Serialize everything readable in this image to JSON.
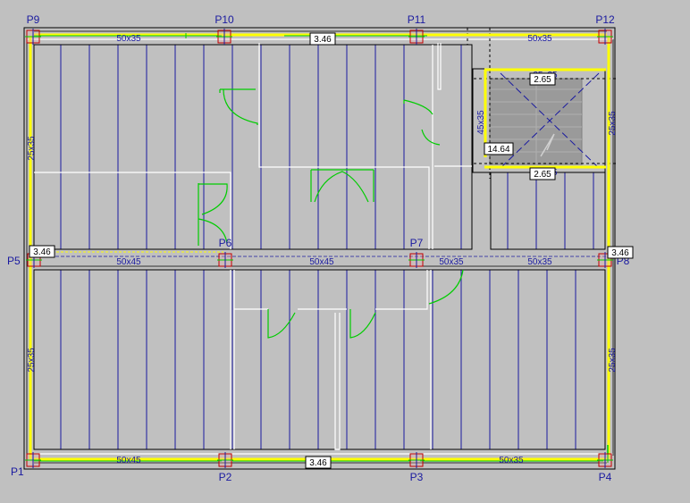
{
  "colors": {
    "background": "#c0c0c0",
    "slab_outline": "#000000",
    "joist_lines": "#1a1aa0",
    "beam_highlight": "#ffff00",
    "door_symbols": "#00cc00",
    "column_outline": "#c00000",
    "walls": "#ffffff",
    "labels": "#1a1aa0",
    "value_box_border": "#000000"
  },
  "columns": [
    {
      "id": "P1",
      "label": "P1"
    },
    {
      "id": "P2",
      "label": "P2"
    },
    {
      "id": "P3",
      "label": "P3"
    },
    {
      "id": "P4",
      "label": "P4"
    },
    {
      "id": "P5",
      "label": "P5"
    },
    {
      "id": "P6",
      "label": "P6"
    },
    {
      "id": "P7",
      "label": "P7"
    },
    {
      "id": "P8",
      "label": "P8"
    },
    {
      "id": "P9",
      "label": "P9"
    },
    {
      "id": "P10",
      "label": "P10"
    },
    {
      "id": "P11",
      "label": "P11"
    },
    {
      "id": "P12",
      "label": "P12"
    }
  ],
  "beams": {
    "top_left": "50x35",
    "top_right": "50x35",
    "middle_left": "50x45",
    "middle_center": "50x45",
    "middle_right_a": "50x35",
    "middle_right_b": "50x35",
    "bottom_left": "50x45",
    "bottom_right": "50x35",
    "left_upper": "25x35",
    "left_lower": "25x35",
    "right_upper": "25x35",
    "right_lower": "25x35",
    "stair_vertical": "45x35",
    "stair_top": "25x35",
    "stair_bottom": "25x35"
  },
  "value_boxes": {
    "top": "3.46",
    "left": "3.46",
    "right": "3.46",
    "bottom": "3.46",
    "stair_top": "2.65",
    "stair_bottom": "2.65",
    "stair_left": "14.64"
  }
}
